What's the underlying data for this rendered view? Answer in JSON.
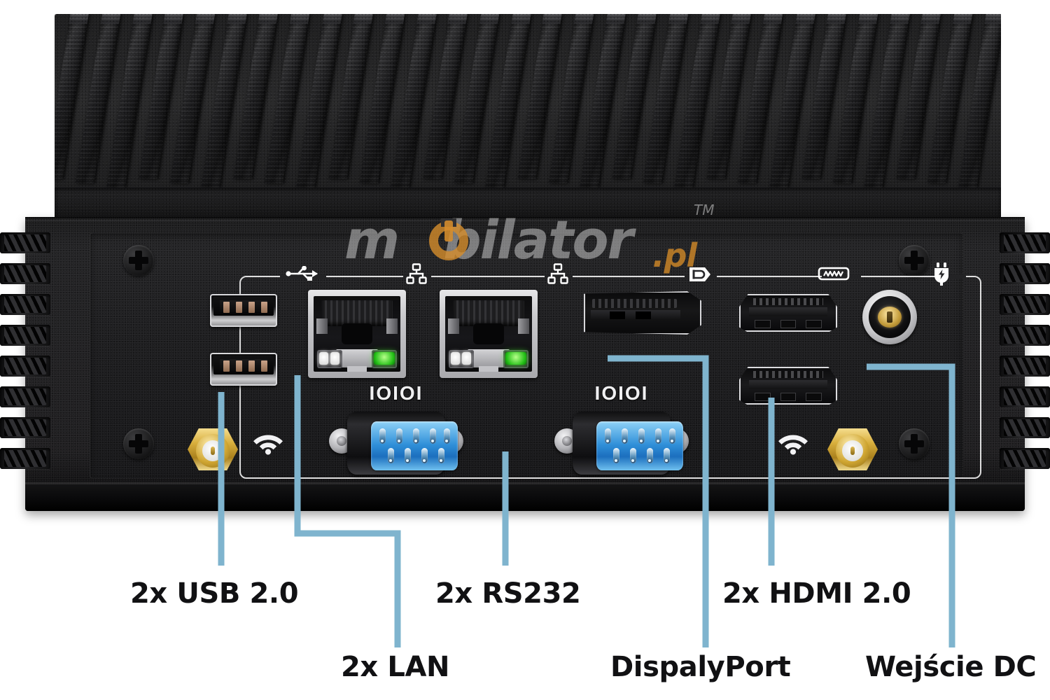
{
  "product": {
    "type": "industrial fanless mini PC rear I/O panel",
    "chassis_color": "#1c1c1d",
    "accent_callout_color": "#7fb4ce"
  },
  "watermark": {
    "brand_part1": "m",
    "brand_part2": "bilator",
    "brand_suffix": ".pl",
    "trademark": "TM",
    "brand_gray": "#e8e8e8",
    "brand_orange": "#d68d2c"
  },
  "port_icons": [
    {
      "name": "usb-icon",
      "label": "USB"
    },
    {
      "name": "lan-icon-1",
      "label": "LAN"
    },
    {
      "name": "lan-icon-2",
      "label": "LAN"
    },
    {
      "name": "displayport-icon",
      "label": "DisplayPort"
    },
    {
      "name": "hdmi-icon",
      "label": "HDMI"
    },
    {
      "name": "dc-power-icon",
      "label": "DC power"
    }
  ],
  "serial_markings": [
    {
      "text": "IOIOI"
    },
    {
      "text": "IOIOI"
    }
  ],
  "callouts": [
    {
      "id": "usb",
      "label": "2x USB 2.0",
      "row": "top"
    },
    {
      "id": "rs232",
      "label": "2x RS232",
      "row": "top"
    },
    {
      "id": "hdmi",
      "label": "2x HDMI 2.0",
      "row": "top"
    },
    {
      "id": "lan",
      "label": "2x LAN",
      "row": "bottom"
    },
    {
      "id": "dp",
      "label": "DispalyPort",
      "row": "bottom"
    },
    {
      "id": "dc",
      "label": "Wejście DC",
      "row": "bottom"
    }
  ],
  "connectors": {
    "usb_ports": 2,
    "lan_ports": 2,
    "serial_ports": 2,
    "hdmi_ports": 2,
    "displayport_ports": 1,
    "dc_jacks": 1,
    "antenna_connectors": 2,
    "wifi_markings": 2,
    "faceplate_screws": 4
  }
}
